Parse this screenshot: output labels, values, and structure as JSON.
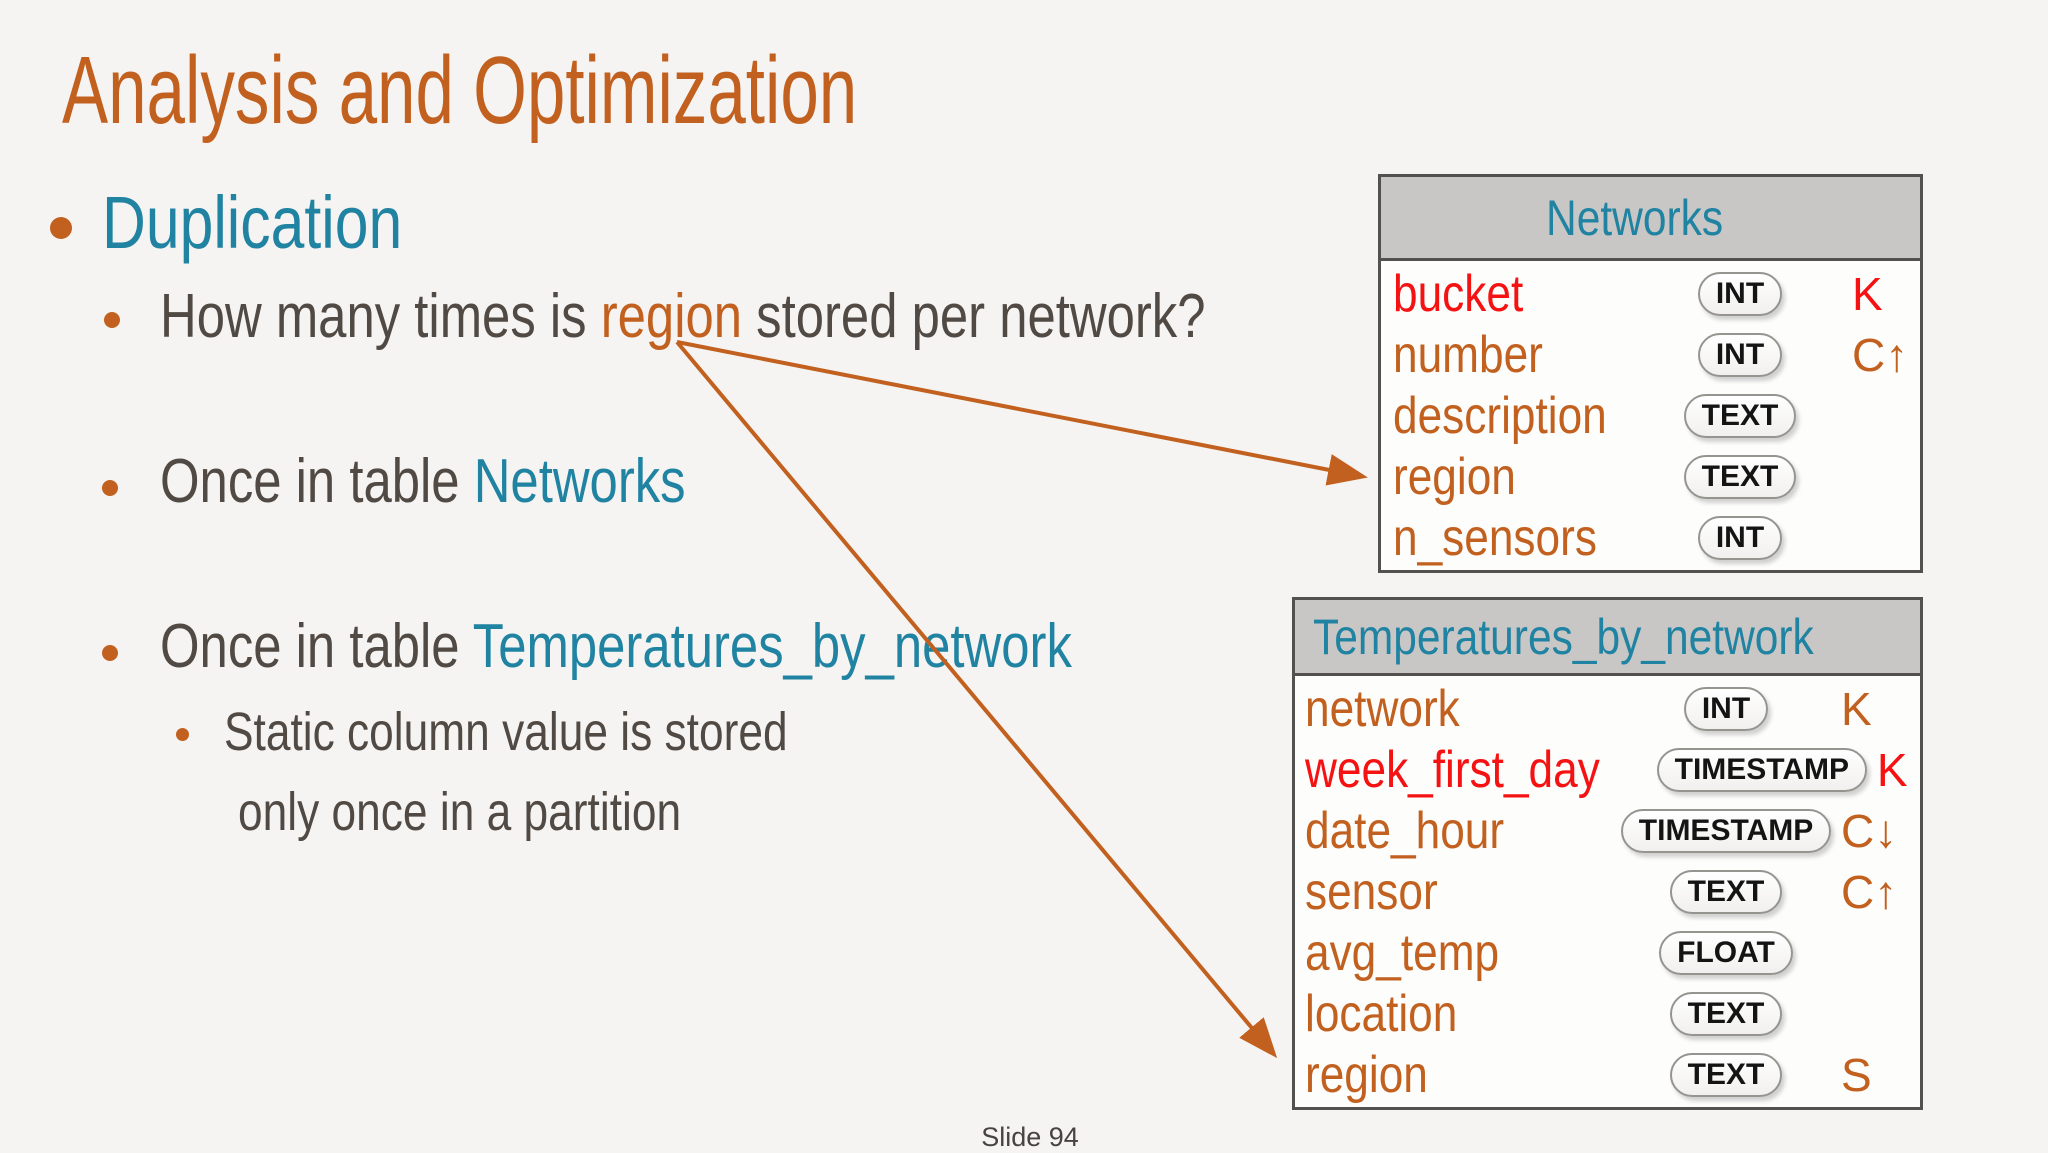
{
  "slide": {
    "title": "Analysis and Optimization",
    "footer": "Slide 94",
    "bullets": {
      "duplication": "Duplication",
      "question_pre": "How many times is ",
      "question_highlight": "region",
      "question_post": " stored per network?",
      "once_networks_pre": "Once in table ",
      "once_networks_link": "Networks",
      "once_temps_pre": "Once in table ",
      "once_temps_link": "Temperatures_by_network",
      "static_line1": "Static column value is stored",
      "static_line2": "only once in a partition"
    }
  },
  "tables": [
    {
      "title": "Networks",
      "rows": [
        {
          "field": "bucket",
          "type": "INT",
          "key": "K",
          "color": "red"
        },
        {
          "field": "number",
          "type": "INT",
          "key": "C↑",
          "color": "orange"
        },
        {
          "field": "description",
          "type": "TEXT",
          "key": "",
          "color": "orange"
        },
        {
          "field": "region",
          "type": "TEXT",
          "key": "",
          "color": "orange"
        },
        {
          "field": "n_sensors",
          "type": "INT",
          "key": "",
          "color": "orange"
        }
      ]
    },
    {
      "title": "Temperatures_by_network",
      "rows": [
        {
          "field": "network",
          "type": "INT",
          "key": "K",
          "color": "orange"
        },
        {
          "field": "week_first_day",
          "type": "TIMESTAMP",
          "key": "K",
          "color": "red"
        },
        {
          "field": "date_hour",
          "type": "TIMESTAMP",
          "key": "C↓",
          "color": "orange"
        },
        {
          "field": "sensor",
          "type": "TEXT",
          "key": "C↑",
          "color": "orange"
        },
        {
          "field": "avg_temp",
          "type": "FLOAT",
          "key": "",
          "color": "orange"
        },
        {
          "field": "location",
          "type": "TEXT",
          "key": "",
          "color": "orange"
        },
        {
          "field": "region",
          "type": "TEXT",
          "key": "S",
          "color": "orange"
        }
      ]
    }
  ],
  "colors": {
    "accent_orange": "#C2611F",
    "key_red": "#F41212",
    "teal": "#2083A2",
    "body_text": "#514A44",
    "table_header_gray": "#C9C7C5",
    "background": "#F5F4F2"
  }
}
